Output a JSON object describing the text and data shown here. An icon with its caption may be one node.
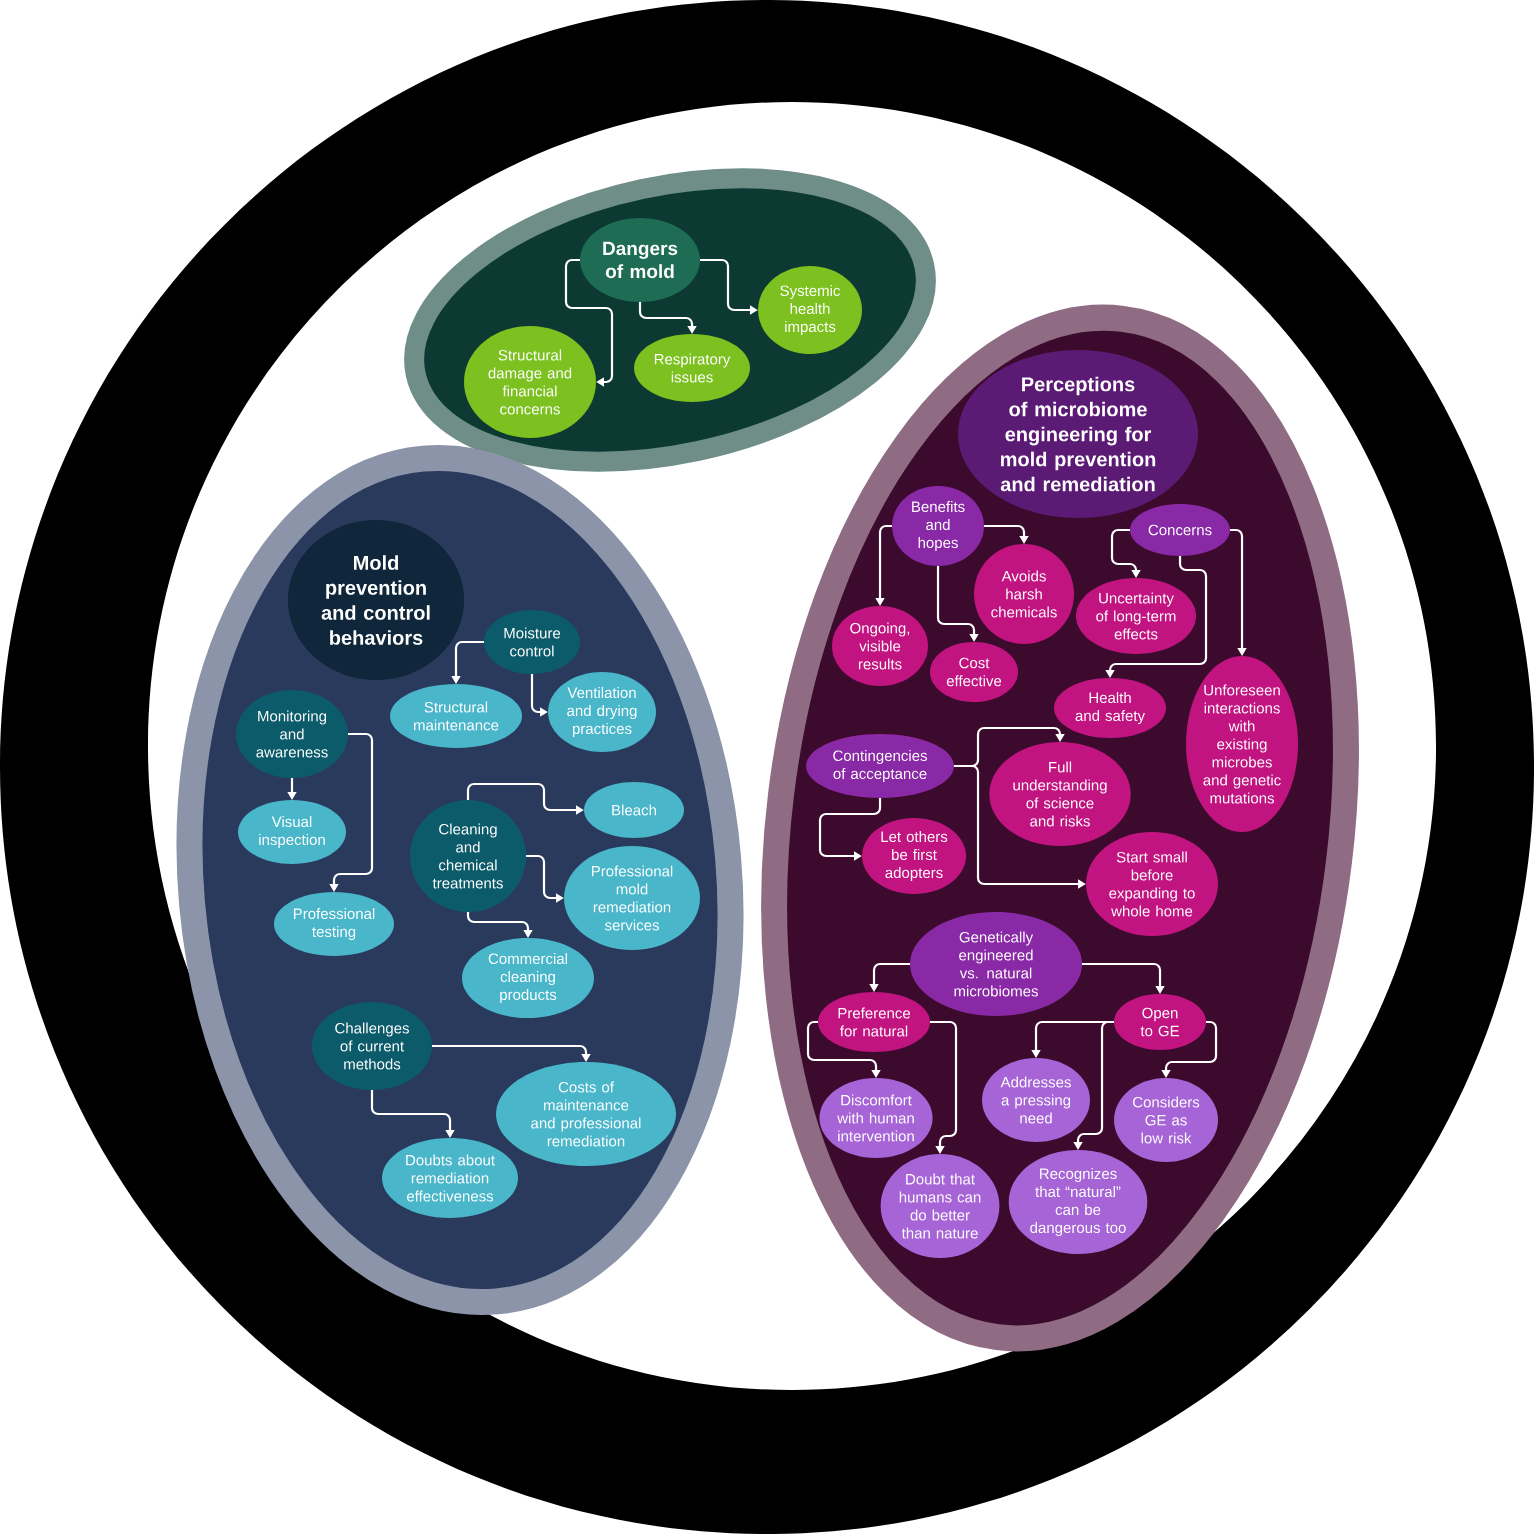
{
  "diagram": {
    "nodes": [
      {
        "text": [],
        "shape": "ellipse"
      },
      {
        "text": [
          "Dangers of mold"
        ],
        "in": 0
      },
      {
        "text": [
          "Structural damage and financial concerns"
        ],
        "in": 0
      },
      {
        "text": [
          "Respiratory issues"
        ],
        "in": 0
      },
      {
        "text": [
          "Systemic health impacts"
        ],
        "in": 0
      },
      {
        "text": [],
        "shape": "ellipse"
      },
      {
        "text": [
          "Mold prevention and control behaviors"
        ],
        "in": 5
      },
      {
        "text": [
          "Moisture control"
        ],
        "in": 5
      },
      {
        "text": [
          "Structural maintenance"
        ],
        "in": 5
      },
      {
        "text": [
          "Ventilation and drying practices"
        ],
        "in": 5
      },
      {
        "text": [
          "Monitoring and awareness"
        ],
        "in": 5
      },
      {
        "text": [
          "Visual inspection"
        ],
        "in": 5
      },
      {
        "text": [
          "Professional testing"
        ],
        "in": 5
      },
      {
        "text": [
          "Cleaning and chemical treatments"
        ],
        "in": 5
      },
      {
        "text": [
          "Bleach"
        ],
        "in": 5
      },
      {
        "text": [
          "Professional mold remediation services"
        ],
        "in": 5
      },
      {
        "text": [
          "Commercial cleaning products"
        ],
        "in": 5
      },
      {
        "text": [
          "Challenges of current methods"
        ],
        "in": 5
      },
      {
        "text": [
          "Costs of maintenance and professional remediation"
        ],
        "in": 5
      },
      {
        "text": [
          "Doubts about remediation effectiveness"
        ],
        "in": 5
      },
      {
        "text": [],
        "shape": "ellipse"
      },
      {
        "text": [
          "Perceptions of microbiome engineering for mold prevention and remediation"
        ],
        "in": 20
      },
      {
        "text": [
          "Benefits and hopes"
        ],
        "in": 20
      },
      {
        "text": [
          "Avoids harsh chemicals"
        ],
        "in": 20
      },
      {
        "text": [
          "Ongoing, visible results"
        ],
        "in": 20
      },
      {
        "text": [
          "Cost effective"
        ],
        "in": 20
      },
      {
        "text": [
          "Concerns"
        ],
        "in": 20
      },
      {
        "text": [
          "Uncertainty of long-term effects"
        ],
        "in": 20
      },
      {
        "text": [
          "Health and safety"
        ],
        "in": 20
      },
      {
        "text": [
          "Unforeseen interactions with existing microbes and genetic mutations"
        ],
        "in": 20
      },
      {
        "text": [
          "Contingencies of acceptance"
        ],
        "in": 20
      },
      {
        "text": [
          "Full understanding of science and risks"
        ],
        "in": 20
      },
      {
        "text": [
          "Let others be first adopters"
        ],
        "in": 20
      },
      {
        "text": [
          "Start small before expanding to whole home"
        ],
        "in": 20
      },
      {
        "text": [
          "Genetically engineered vs. natural microbiomes"
        ],
        "in": 20
      },
      {
        "text": [
          "Preference for natural"
        ],
        "in": 20
      },
      {
        "text": [
          "Open to GE"
        ],
        "in": 20
      },
      {
        "text": [
          "Discomfort with human intervention"
        ],
        "in": 20
      },
      {
        "text": [
          "Doubt that humans can do better than nature"
        ],
        "in": 20
      },
      {
        "text": [
          "Addresses a pressing need"
        ],
        "in": 20
      },
      {
        "text": [
          "Recognizes that “natural” can be dangerous too"
        ],
        "in": 20
      },
      {
        "text": [
          "Considers GE as low risk"
        ],
        "in": 20
      }
    ],
    "edges": [
      {
        "from": 1,
        "to": 2,
        "arrow": "to"
      },
      {
        "from": 1,
        "to": 3,
        "arrow": "to"
      },
      {
        "from": 1,
        "to": 4,
        "arrow": "to"
      },
      {
        "from": 7,
        "to": 8,
        "arrow": "to"
      },
      {
        "from": 7,
        "to": 9,
        "arrow": "to"
      },
      {
        "from": 10,
        "to": 11,
        "arrow": "to"
      },
      {
        "from": 10,
        "to": 12,
        "arrow": "to"
      },
      {
        "from": 13,
        "to": 14,
        "arrow": "to"
      },
      {
        "from": 13,
        "to": 15,
        "arrow": "to"
      },
      {
        "from": 13,
        "to": 16,
        "arrow": "to"
      },
      {
        "from": 17,
        "to": 18,
        "arrow": "to"
      },
      {
        "from": 17,
        "to": 19,
        "arrow": "to"
      },
      {
        "from": 22,
        "to": 23,
        "arrow": "to"
      },
      {
        "from": 22,
        "to": 24,
        "arrow": "to"
      },
      {
        "from": 22,
        "to": 25,
        "arrow": "to"
      },
      {
        "from": 26,
        "to": 27,
        "arrow": "to"
      },
      {
        "from": 26,
        "to": 28,
        "arrow": "to"
      },
      {
        "from": 26,
        "to": 29,
        "arrow": "to"
      },
      {
        "from": 30,
        "to": 31,
        "arrow": "to"
      },
      {
        "from": 30,
        "to": 32,
        "arrow": "to"
      },
      {
        "from": 30,
        "to": 33,
        "arrow": "to"
      },
      {
        "from": 34,
        "to": 35,
        "arrow": "to"
      },
      {
        "from": 34,
        "to": 36,
        "arrow": "to"
      },
      {
        "from": 35,
        "to": 37,
        "arrow": "to"
      },
      {
        "from": 35,
        "to": 38,
        "arrow": "to"
      },
      {
        "from": 36,
        "to": 39,
        "arrow": "to"
      },
      {
        "from": 36,
        "to": 40,
        "arrow": "to"
      },
      {
        "from": 36,
        "to": 41,
        "arrow": "to"
      }
    ]
  }
}
